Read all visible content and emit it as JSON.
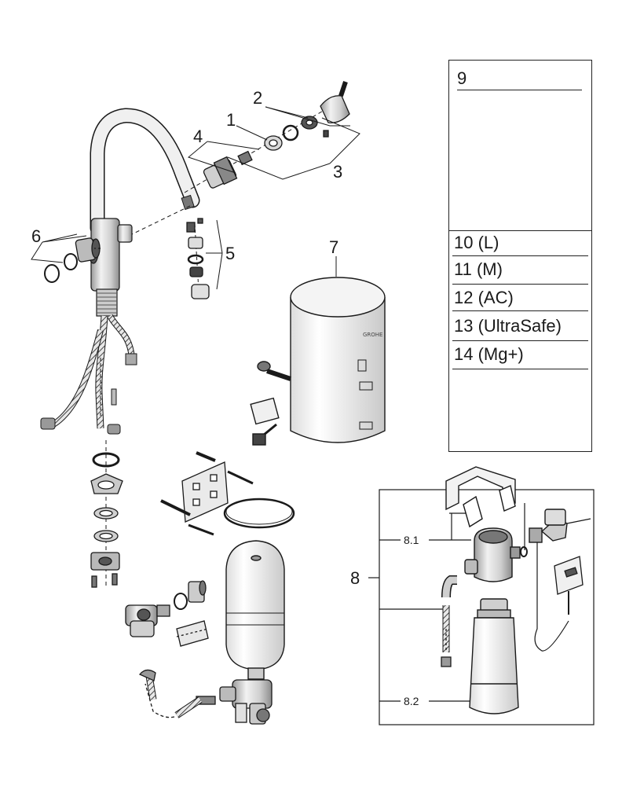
{
  "callouts": {
    "c1": "1",
    "c2": "2",
    "c3": "3",
    "c4": "4",
    "c5": "5",
    "c6": "6",
    "c7": "7",
    "c8": "8",
    "c8_1": "8.1",
    "c8_2": "8.2"
  },
  "box": {
    "title": "9",
    "variants": [
      "10 (L)",
      "11 (M)",
      "12 (AC)",
      "13 (UltraSafe)",
      "14 (Mg+)"
    ]
  },
  "colors": {
    "line": "#1a1a1a",
    "metal_light": "#e6e6e6",
    "metal_mid": "#c4c4c4",
    "metal_dark": "#8a8a8a"
  }
}
